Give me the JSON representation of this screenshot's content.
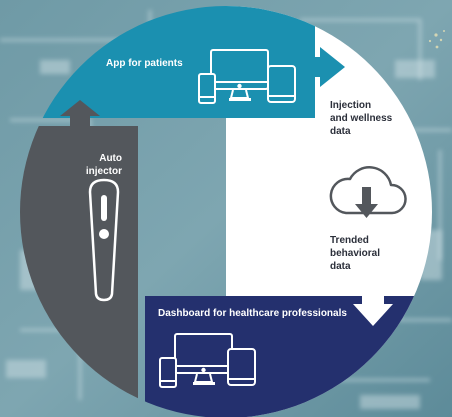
{
  "labels": {
    "app_for_patients": "App for patients",
    "injection_line1": "Injection",
    "injection_line2": "and wellness",
    "injection_line3": "data",
    "trended_line1": "Trended",
    "trended_line2": "behavioral",
    "trended_line3": "data",
    "dashboard": "Dashboard for healthcare professionals",
    "auto_line1": "Auto",
    "auto_line2": "injector"
  },
  "colors": {
    "teal": "#1b90b0",
    "navy": "#24306e",
    "gray": "#53575c",
    "white_panel": "#ffffff",
    "background": "#6d9aa7"
  },
  "icons": [
    "devices-icon",
    "cloud-download-icon",
    "devices-icon",
    "auto-injector-icon"
  ]
}
